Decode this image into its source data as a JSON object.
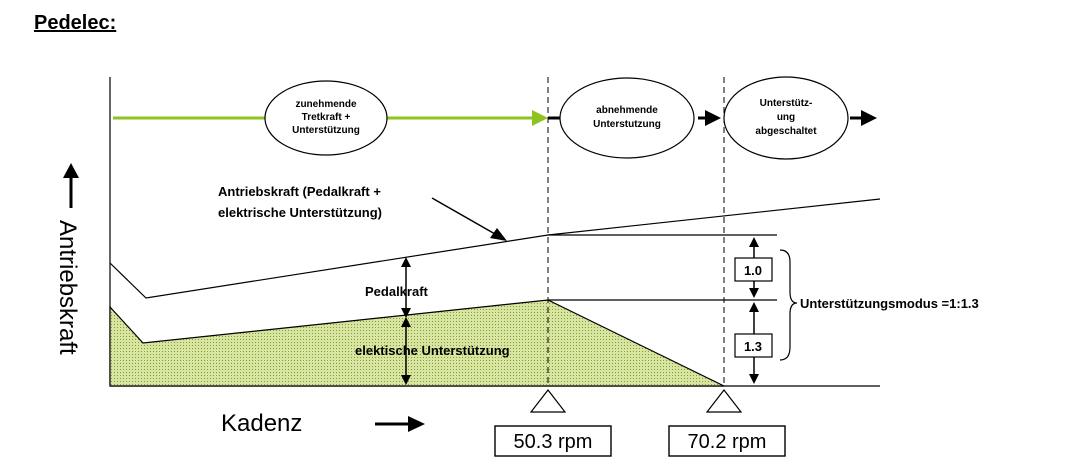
{
  "title": "Pedelec:",
  "phases": [
    {
      "line1": "zunehmende",
      "line2": "Tretkraft +",
      "line3": "Unterstützung"
    },
    {
      "line1": "abnehmende",
      "line2": "Unterstutzung",
      "line3": ""
    },
    {
      "line1": "Unterstütz-",
      "line2": "ung",
      "line3": "abgeschaltet"
    }
  ],
  "labels": {
    "drive_force_line1": "Antriebskraft (Pedalkraft +",
    "drive_force_line2": "elektrische Unterstützung)",
    "pedal_force": "Pedalkraft",
    "electric_support": "elektische Unterstützung",
    "support_mode": "Unterstützungsmodus =1:1.3",
    "ratio_upper": "1.0",
    "ratio_lower": "1.3",
    "x_axis": "Kadenz",
    "y_axis": "Antriebskraft",
    "rpm_1": "50.3 rpm",
    "rpm_2": "70.2 rpm"
  },
  "colors": {
    "green_arrow": "#8fc31f",
    "fill": "#d4e39b",
    "line": "#000000"
  }
}
